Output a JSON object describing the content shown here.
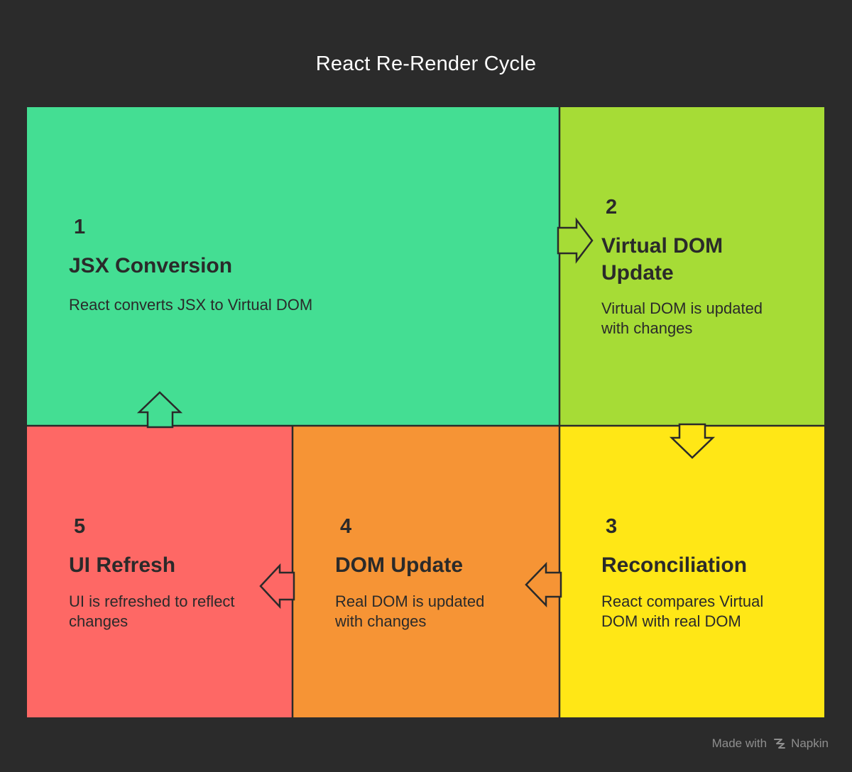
{
  "title": "React Re-Render Cycle",
  "colors": {
    "background": "#2b2b2b",
    "jsx": "#44de93",
    "virtual_dom": "#a6dc36",
    "reconciliation": "#ffe716",
    "dom_update": "#f69435",
    "ui_refresh": "#fe6865",
    "outline": "#2a2a2a"
  },
  "steps": [
    {
      "number": "1",
      "title_lines": [
        "JSX Conversion"
      ],
      "desc_lines": [
        "React converts JSX to Virtual DOM"
      ]
    },
    {
      "number": "2",
      "title_lines": [
        "Virtual DOM",
        "Update"
      ],
      "desc_lines": [
        "Virtual DOM is updated",
        "with changes"
      ]
    },
    {
      "number": "3",
      "title_lines": [
        "Reconciliation"
      ],
      "desc_lines": [
        "React compares Virtual",
        "DOM with real DOM"
      ]
    },
    {
      "number": "4",
      "title_lines": [
        "DOM Update"
      ],
      "desc_lines": [
        "Real DOM is updated",
        "with changes"
      ]
    },
    {
      "number": "5",
      "title_lines": [
        "UI Refresh"
      ],
      "desc_lines": [
        "UI is refreshed to reflect",
        "changes"
      ]
    }
  ],
  "footer": {
    "made_with": "Made with",
    "brand": "Napkin"
  }
}
